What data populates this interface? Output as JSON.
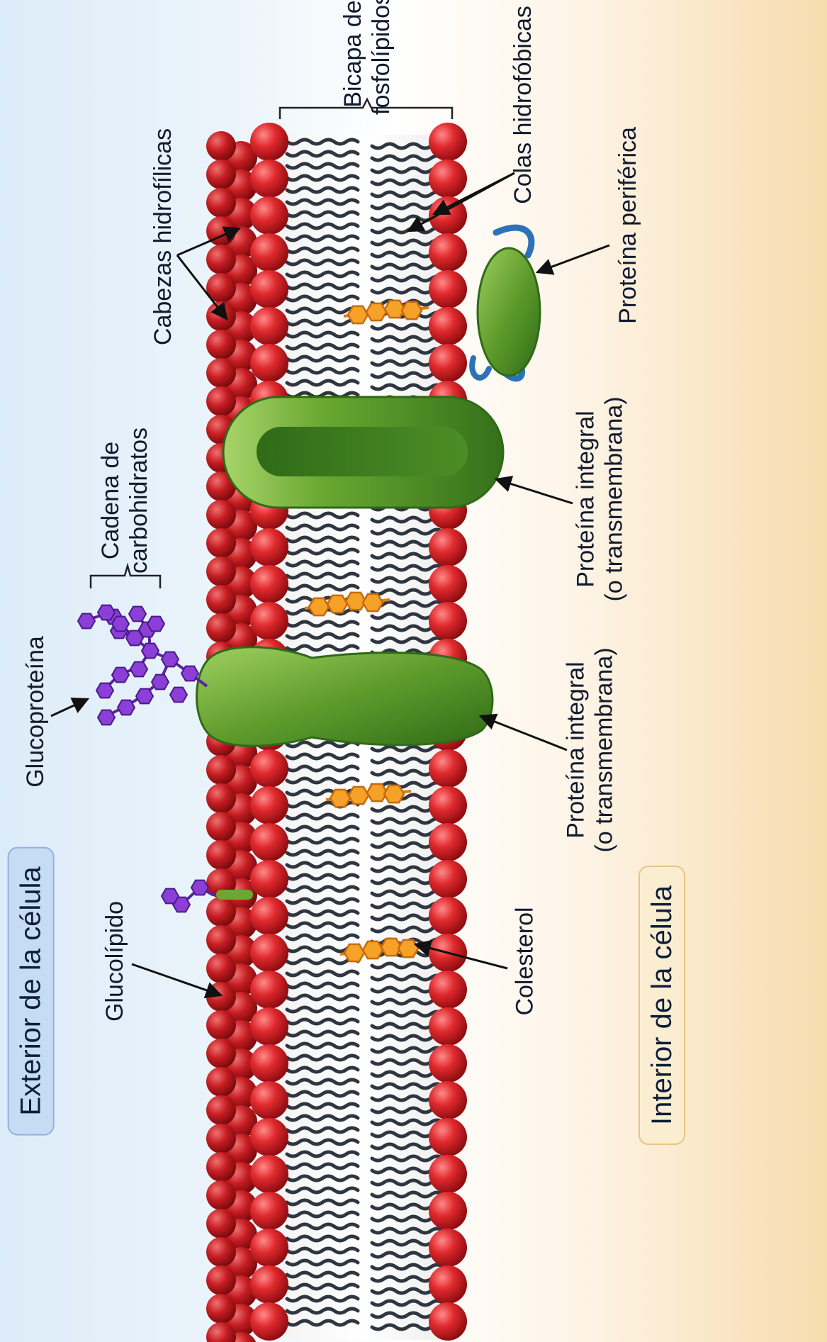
{
  "labels": {
    "exterior": "Exterior de la célula",
    "interior": "Interior de la célula",
    "glucolipido": "Glucolípido",
    "glucoproteina": "Glucoproteína",
    "cadena_l1": "Cadena de",
    "cadena_l2": "carbohidratos",
    "cabezas": "Cabezas hidrofílicas",
    "bicapa_l1": "Bicapa de",
    "bicapa_l2": "fosfolípidos",
    "colas": "Colas hidrofóbicas",
    "periferica": "Proteína periférica",
    "integral_l1": "Proteína integral",
    "integral_l2": "(o transmembrana)",
    "colesterol": "Colesterol"
  },
  "colors": {
    "head": "#d8232a",
    "tail": "#2f3640",
    "protein": "#5e9a2a",
    "cholesterol": "#f39a1e",
    "carbohydrate": "#7b35c6",
    "peripheral_anchor": "#2c72b8",
    "exterior_box": "#c6dcf4",
    "interior_box": "#fbeed0"
  }
}
